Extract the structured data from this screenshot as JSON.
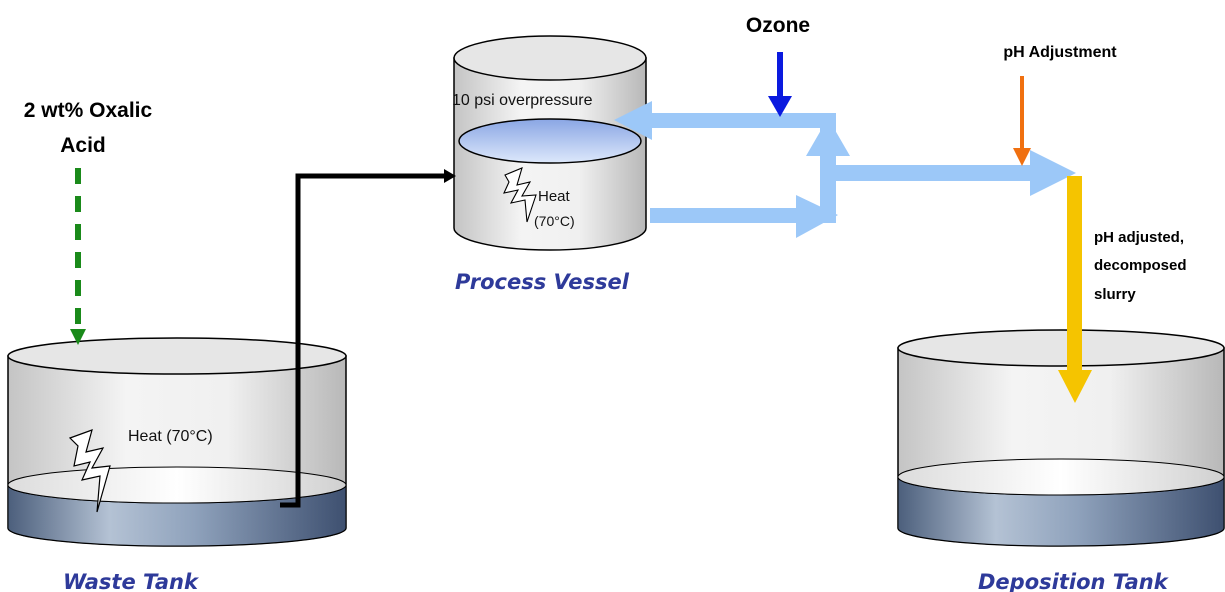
{
  "inputs": {
    "oxalic_line1": "2 wt% Oxalic",
    "oxalic_line2": "Acid",
    "ozone": "Ozone",
    "ph_adjustment": "pH Adjustment"
  },
  "waste_tank": {
    "caption": "Waste Tank",
    "heat": "Heat (70°C)"
  },
  "process_vessel": {
    "caption": "Process Vessel",
    "pressure": "10 psi overpressure",
    "heat_line1": "Heat",
    "heat_line2": "(70°C)"
  },
  "deposition_tank": {
    "caption": "Deposition Tank"
  },
  "slurry": {
    "line1": "pH adjusted,",
    "line2": "decomposed",
    "line3": "slurry"
  },
  "colors": {
    "oxalic_arrow": "#1a8a1a",
    "ozone_arrow": "#0a1adf",
    "ph_arrow": "#f07010",
    "recirc_arrow": "#9cc8f8",
    "slurry_arrow": "#f5c400",
    "transfer_line": "#000000",
    "liquid": "#5a7090",
    "caption": "#2e3a9a"
  }
}
